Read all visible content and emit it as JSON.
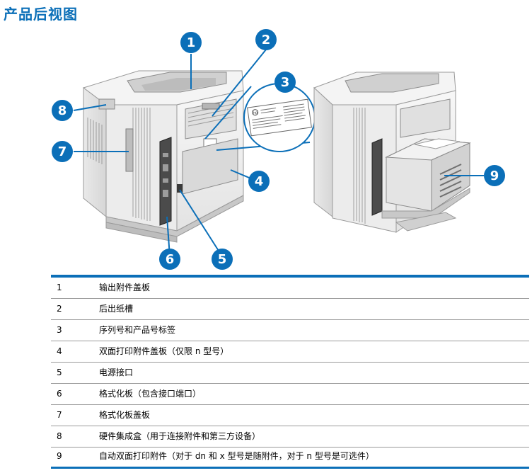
{
  "page": {
    "title": "产品后视图"
  },
  "callouts": [
    "1",
    "2",
    "3",
    "4",
    "5",
    "6",
    "7",
    "8",
    "9"
  ],
  "label": {
    "brand": "hp"
  },
  "legend": [
    {
      "num": "1",
      "desc": "输出附件盖板"
    },
    {
      "num": "2",
      "desc": "后出纸槽"
    },
    {
      "num": "3",
      "desc": "序列号和产品号标签"
    },
    {
      "num": "4",
      "desc": "双面打印附件盖板（仅限 n 型号）"
    },
    {
      "num": "5",
      "desc": "电源接口"
    },
    {
      "num": "6",
      "desc": "格式化板（包含接口端口）"
    },
    {
      "num": "7",
      "desc": "格式化板盖板"
    },
    {
      "num": "8",
      "desc": "硬件集成盒（用于连接附件和第三方设备）"
    },
    {
      "num": "9",
      "desc": "自动双面打印附件（对于 dn 和 x 型号是随附件，对于 n 型号是可选件）"
    }
  ],
  "colors": {
    "accent": "#0b6fb8",
    "printer_body": "#f2f2f2",
    "printer_shadow": "#cfcfcf"
  }
}
